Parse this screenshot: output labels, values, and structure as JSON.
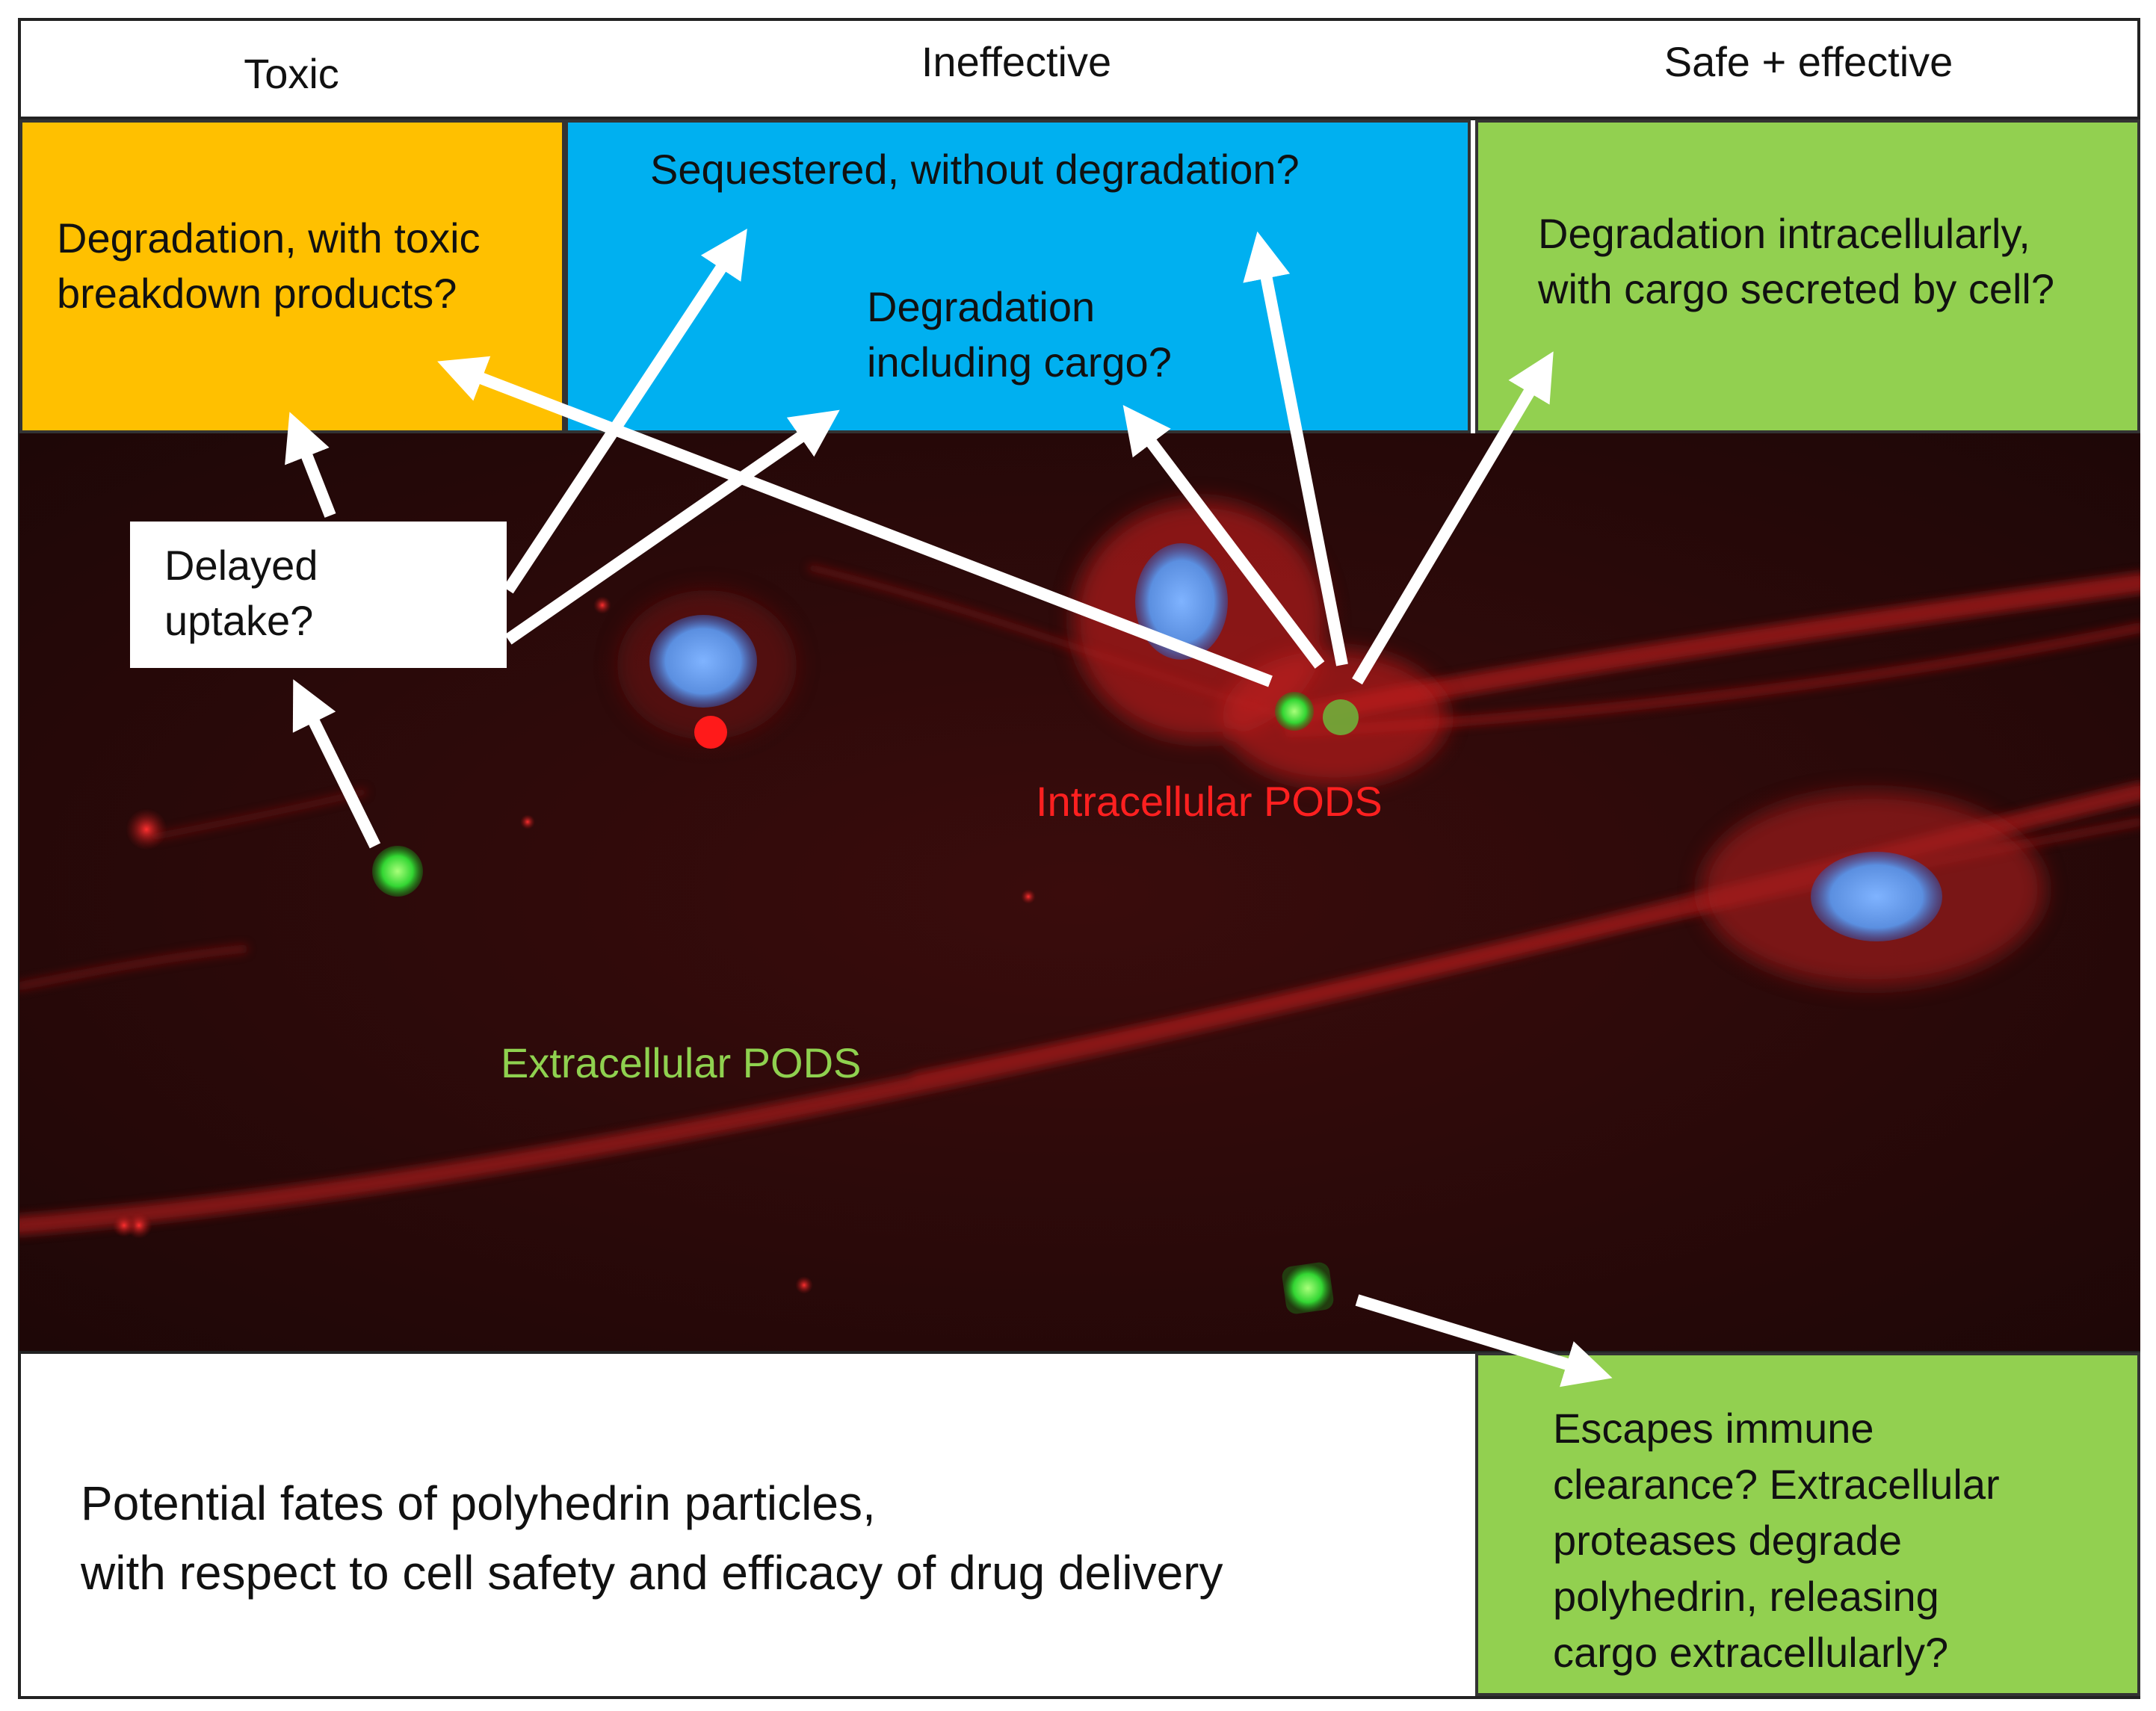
{
  "headers": {
    "toxic": "Toxic",
    "ineffective": "Ineffective",
    "safe": "Safe + effective"
  },
  "boxes": {
    "toxic_degradation": [
      "Degradation, with toxic",
      "breakdown products?"
    ],
    "sequestered": "Sequestered, without degradation?",
    "degradation_cargo": [
      "Degradation",
      "including cargo?"
    ],
    "secreted": [
      "Degradation intracellularly,",
      "with cargo secreted by cell?"
    ],
    "delayed": [
      "Delayed",
      "uptake?"
    ],
    "escapes": [
      "Escapes immune",
      "clearance? Extracellular",
      "proteases degrade",
      "polyhedrin, releasing",
      "cargo extracellularly?"
    ]
  },
  "micrograph_labels": {
    "intracellular": "Intracellular PODS",
    "extracellular": "Extracellular PODS"
  },
  "caption": [
    "Potential fates of polyhedrin particles,",
    "with respect to cell safety and efficacy of drug delivery"
  ],
  "colors": {
    "toxic": "#FFC000",
    "ineffective": "#00B0F0",
    "safe": "#92D050",
    "micrograph_bg": "#2a0a0a",
    "red_label": "#ff2020",
    "green_label": "#8fd14f"
  }
}
